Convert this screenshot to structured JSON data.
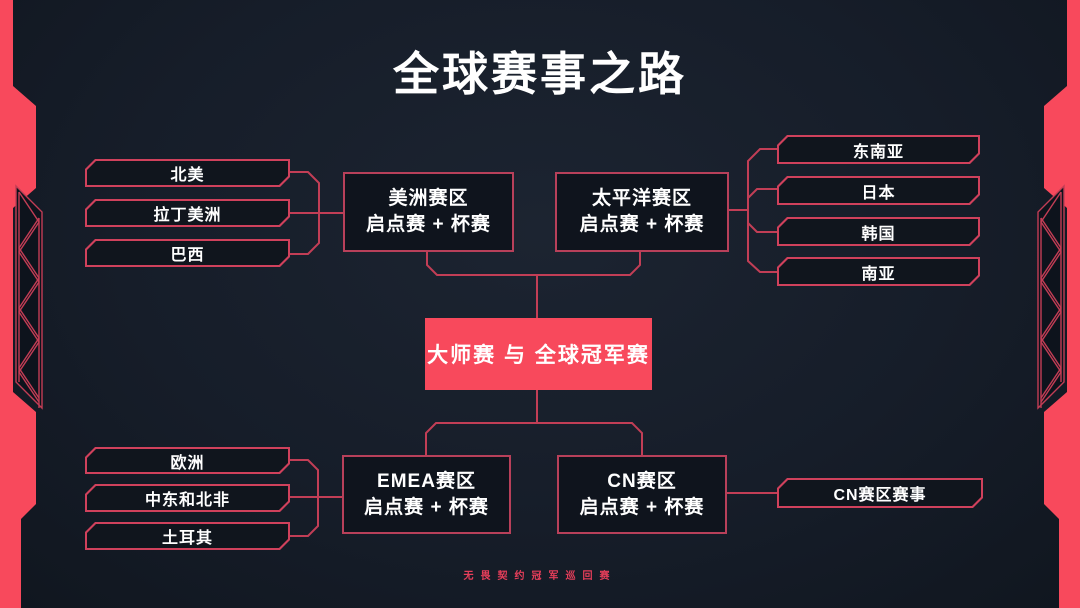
{
  "title": "全球赛事之路",
  "footer": "无畏契约冠军巡回赛",
  "colors": {
    "background": "#161d29",
    "accent_red": "#f8495c",
    "box_border": "#d0415c",
    "connector": "#c23e56",
    "box_fill": "#10151d"
  },
  "nodes": {
    "americas_feeders": [
      "北美",
      "拉丁美洲",
      "巴西"
    ],
    "americas_region": {
      "name": "美洲赛区",
      "sub": "启点赛 + 杯赛"
    },
    "pacific_region": {
      "name": "太平洋赛区",
      "sub": "启点赛 + 杯赛"
    },
    "pacific_feeders": [
      "东南亚",
      "日本",
      "韩国",
      "南亚"
    ],
    "masters_champions": "大师赛 与 全球冠军赛",
    "emea_feeders": [
      "欧洲",
      "中东和北非",
      "土耳其"
    ],
    "emea_region": {
      "name": "EMEA赛区",
      "sub": "启点赛 + 杯赛"
    },
    "cn_region": {
      "name": "CN赛区",
      "sub": "启点赛 + 杯赛"
    },
    "cn_events": "CN赛区赛事"
  }
}
